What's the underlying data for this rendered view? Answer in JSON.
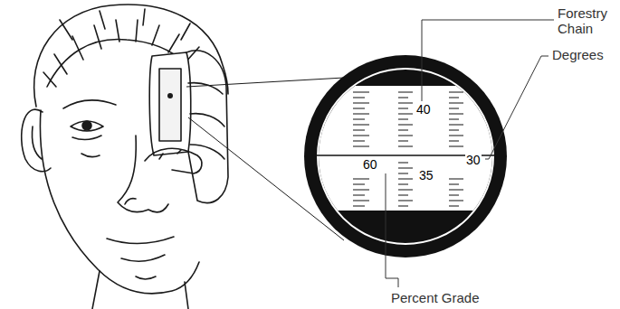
{
  "diagram": {
    "labels": [
      "Forestry Chain",
      "Degrees",
      "40",
      "60",
      "35",
      "30",
      "Percent Grade"
    ]
  }
}
